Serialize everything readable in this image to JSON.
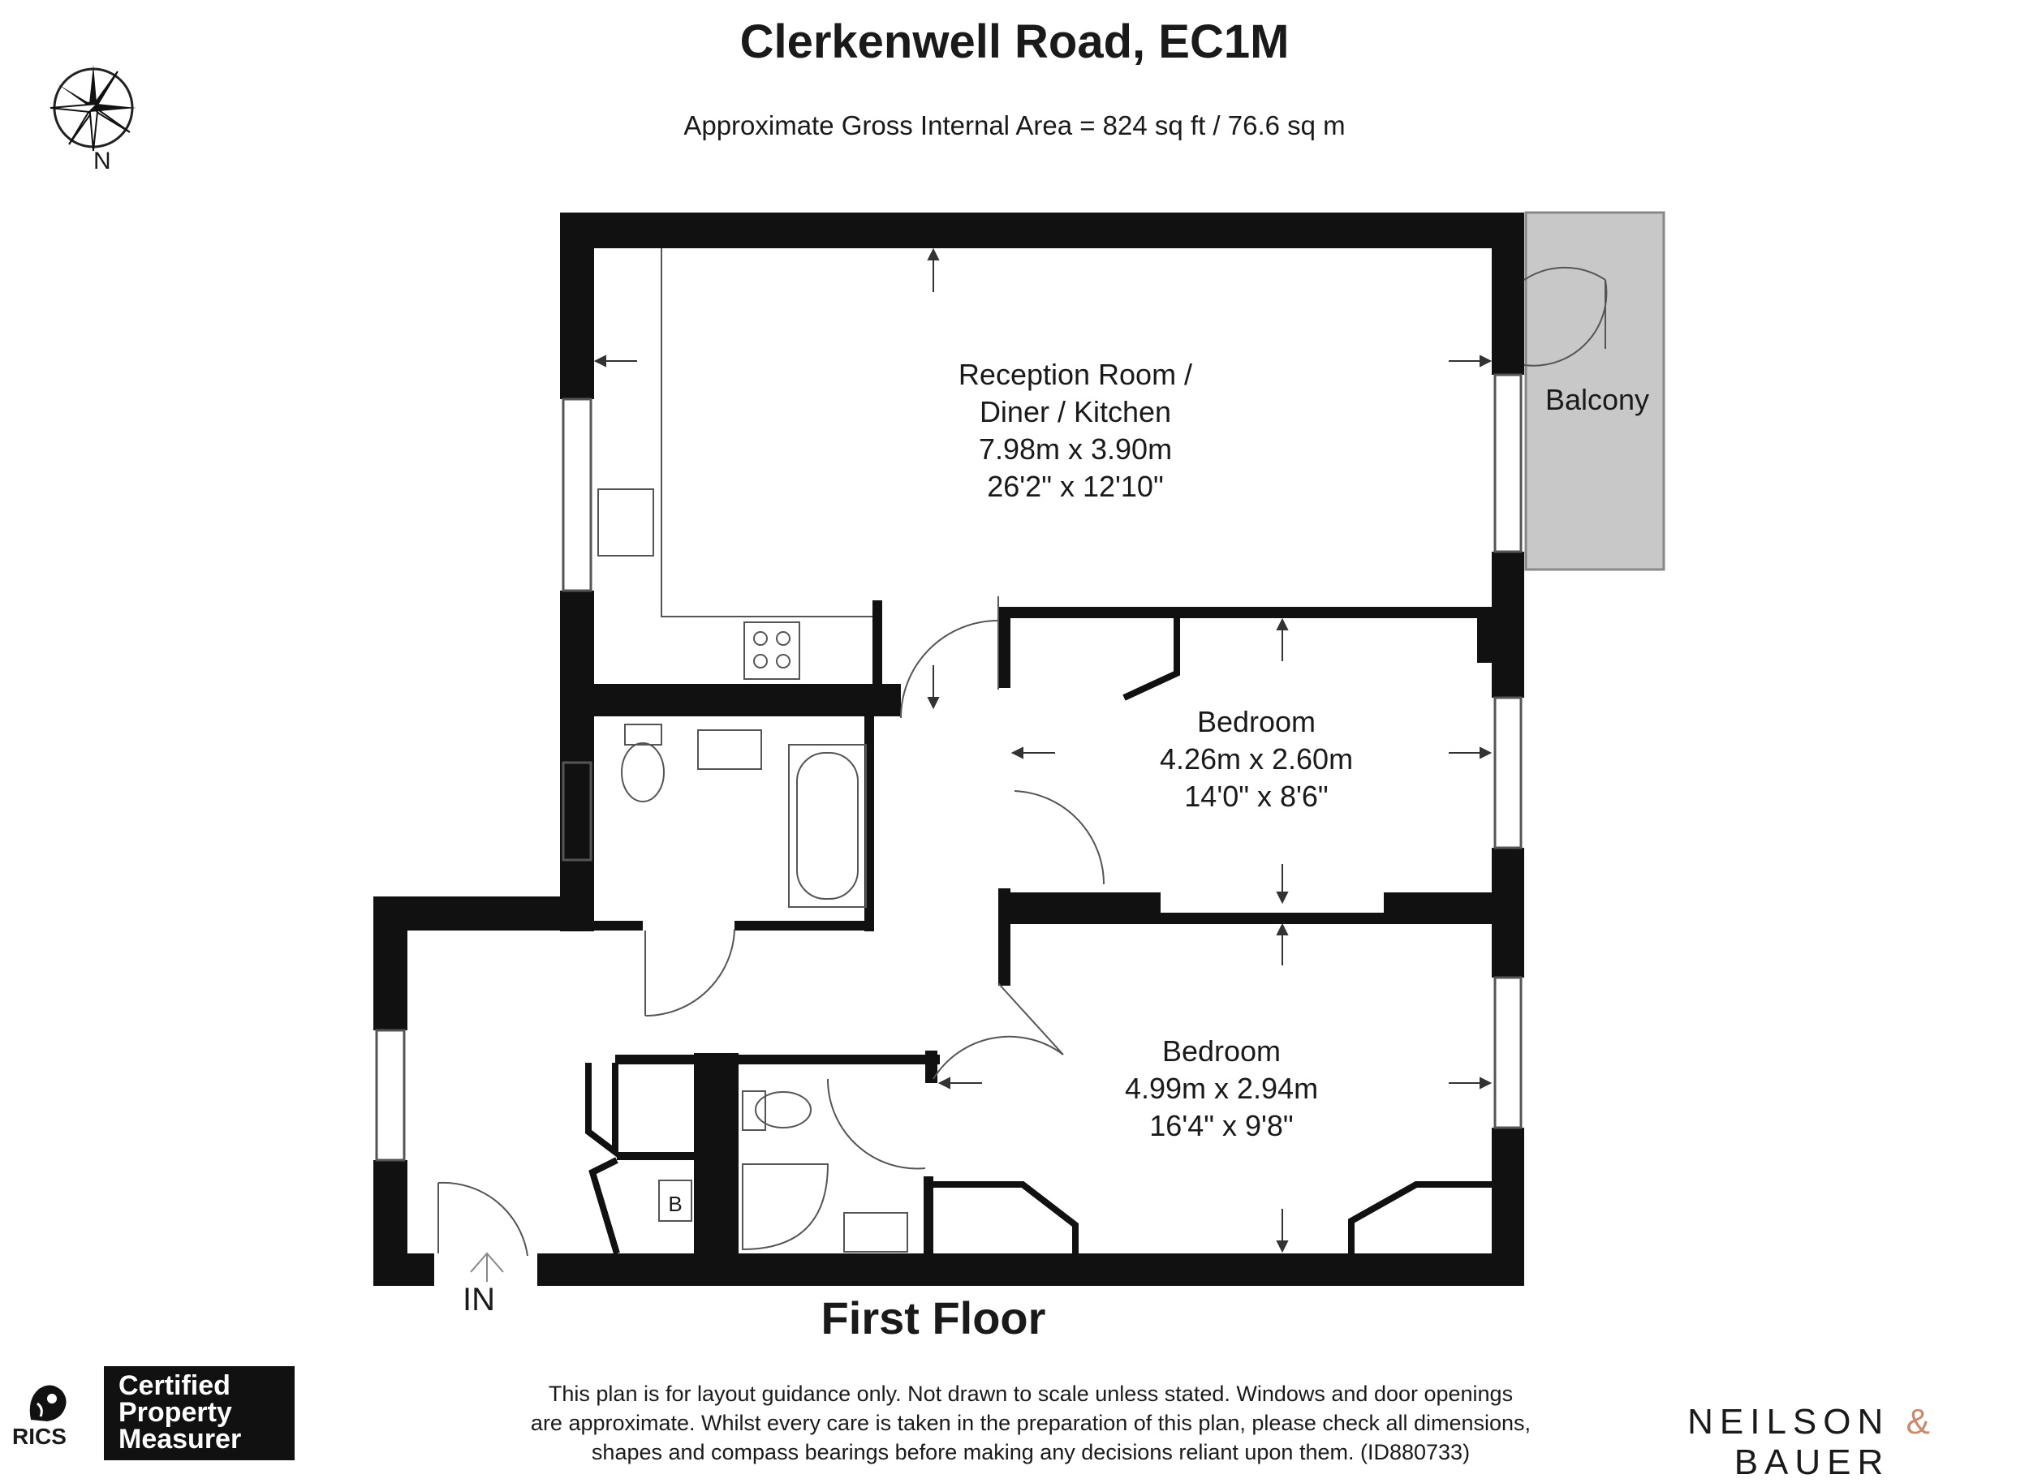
{
  "header": {
    "title": "Clerkenwell Road, EC1M",
    "area": "Approximate Gross Internal Area = 824 sq ft / 76.6 sq m"
  },
  "compass": {
    "label": "N",
    "icon": "compass-rose-icon"
  },
  "rooms": {
    "reception": {
      "line1": "Reception Room /",
      "line2": "Diner / Kitchen",
      "metric": "7.98m x 3.90m",
      "imperial": "26'2\" x 12'10\""
    },
    "balcony": {
      "name": "Balcony"
    },
    "bedroom1": {
      "name": "Bedroom",
      "metric": "4.26m x 2.60m",
      "imperial": "14'0\" x 8'6\""
    },
    "bedroom2": {
      "name": "Bedroom",
      "metric": "4.99m x 2.94m",
      "imperial": "16'4\" x 9'8\""
    },
    "boiler": {
      "label": "B"
    }
  },
  "entrance": {
    "label": "IN"
  },
  "floor": {
    "label": "First Floor"
  },
  "footer": {
    "disclaimer_line1": "This plan is for layout guidance only. Not drawn to scale unless stated. Windows and door openings",
    "disclaimer_line2": "are approximate. Whilst every care is taken in the preparation of this plan, please check all dimensions,",
    "disclaimer_line3": "shapes and compass bearings before making any decisions reliant upon them. (ID880733)",
    "rics_text": "RICS",
    "cert_line1": "Certified",
    "cert_line2": "Property",
    "cert_line3": "Measurer",
    "brand_left": "NEILSON",
    "brand_amp": "&",
    "brand_right": "BAUER"
  },
  "colors": {
    "wall": "#111111",
    "balcony": "#c8c8c8",
    "accent": "#c98b6e"
  }
}
